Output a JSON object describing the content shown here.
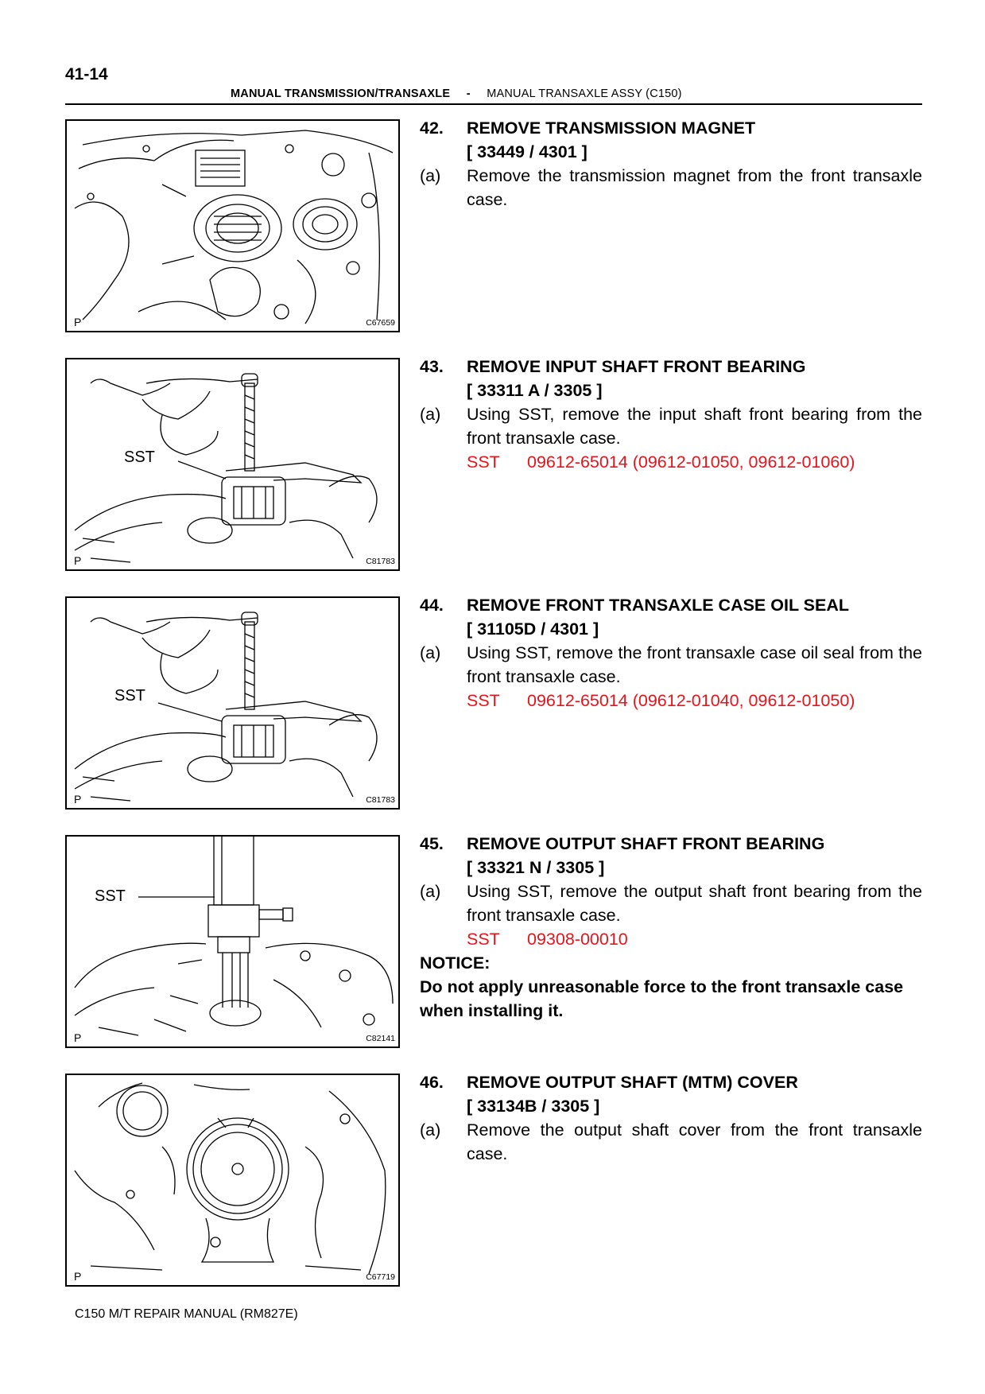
{
  "header": {
    "page_number": "41-14",
    "section": "MANUAL TRANSMISSION/TRANSAXLE",
    "separator": "-",
    "subsection": "MANUAL TRANSAXLE ASSY (C150)"
  },
  "figures": [
    {
      "p_label": "P",
      "code": "C67659",
      "sst_label": ""
    },
    {
      "p_label": "P",
      "code": "C81783",
      "sst_label": "SST"
    },
    {
      "p_label": "P",
      "code": "C81783",
      "sst_label": "SST"
    },
    {
      "p_label": "P",
      "code": "C82141",
      "sst_label": "SST"
    },
    {
      "p_label": "P",
      "code": "C67719",
      "sst_label": ""
    }
  ],
  "steps": [
    {
      "number": "42.",
      "title": "REMOVE TRANSMISSION MAGNET",
      "code": "[ 33449 / 4301 ]",
      "item_label": "(a)",
      "item_text": "Remove the transmission magnet from the front transaxle case."
    },
    {
      "number": "43.",
      "title": "REMOVE INPUT SHAFT FRONT BEARING",
      "code": "[ 33311 A / 3305 ]",
      "item_label": "(a)",
      "item_text": "Using SST, remove the input shaft front bearing from the front transaxle case.",
      "sst_label": "SST",
      "sst_value": "09612-65014 (09612-01050, 09612-01060)"
    },
    {
      "number": "44.",
      "title": "REMOVE FRONT TRANSAXLE CASE OIL SEAL",
      "code": "[ 31105D / 4301 ]",
      "item_label": "(a)",
      "item_text": "Using SST, remove the front transaxle case oil seal from the front transaxle case.",
      "sst_label": "SST",
      "sst_value": "09612-65014 (09612-01040, 09612-01050)"
    },
    {
      "number": "45.",
      "title": "REMOVE OUTPUT SHAFT FRONT BEARING",
      "code": "[ 33321 N / 3305 ]",
      "item_label": "(a)",
      "item_text": "Using SST, remove the output shaft front bearing from the front transaxle case.",
      "sst_label": "SST",
      "sst_value": "09308-00010",
      "notice_title": "NOTICE:",
      "notice_text": "Do not apply unreasonable force to the front transaxle case when installing it."
    },
    {
      "number": "46.",
      "title": "REMOVE OUTPUT SHAFT (MTM) COVER",
      "code": "[ 33134B / 3305 ]",
      "item_label": "(a)",
      "item_text": "Remove the output shaft cover from the front transaxle case."
    }
  ],
  "footer": {
    "text": "C150 M/T REPAIR MANUAL   (RM827E)"
  },
  "colors": {
    "sst_text": "#e8141c",
    "ink": "#000000"
  }
}
